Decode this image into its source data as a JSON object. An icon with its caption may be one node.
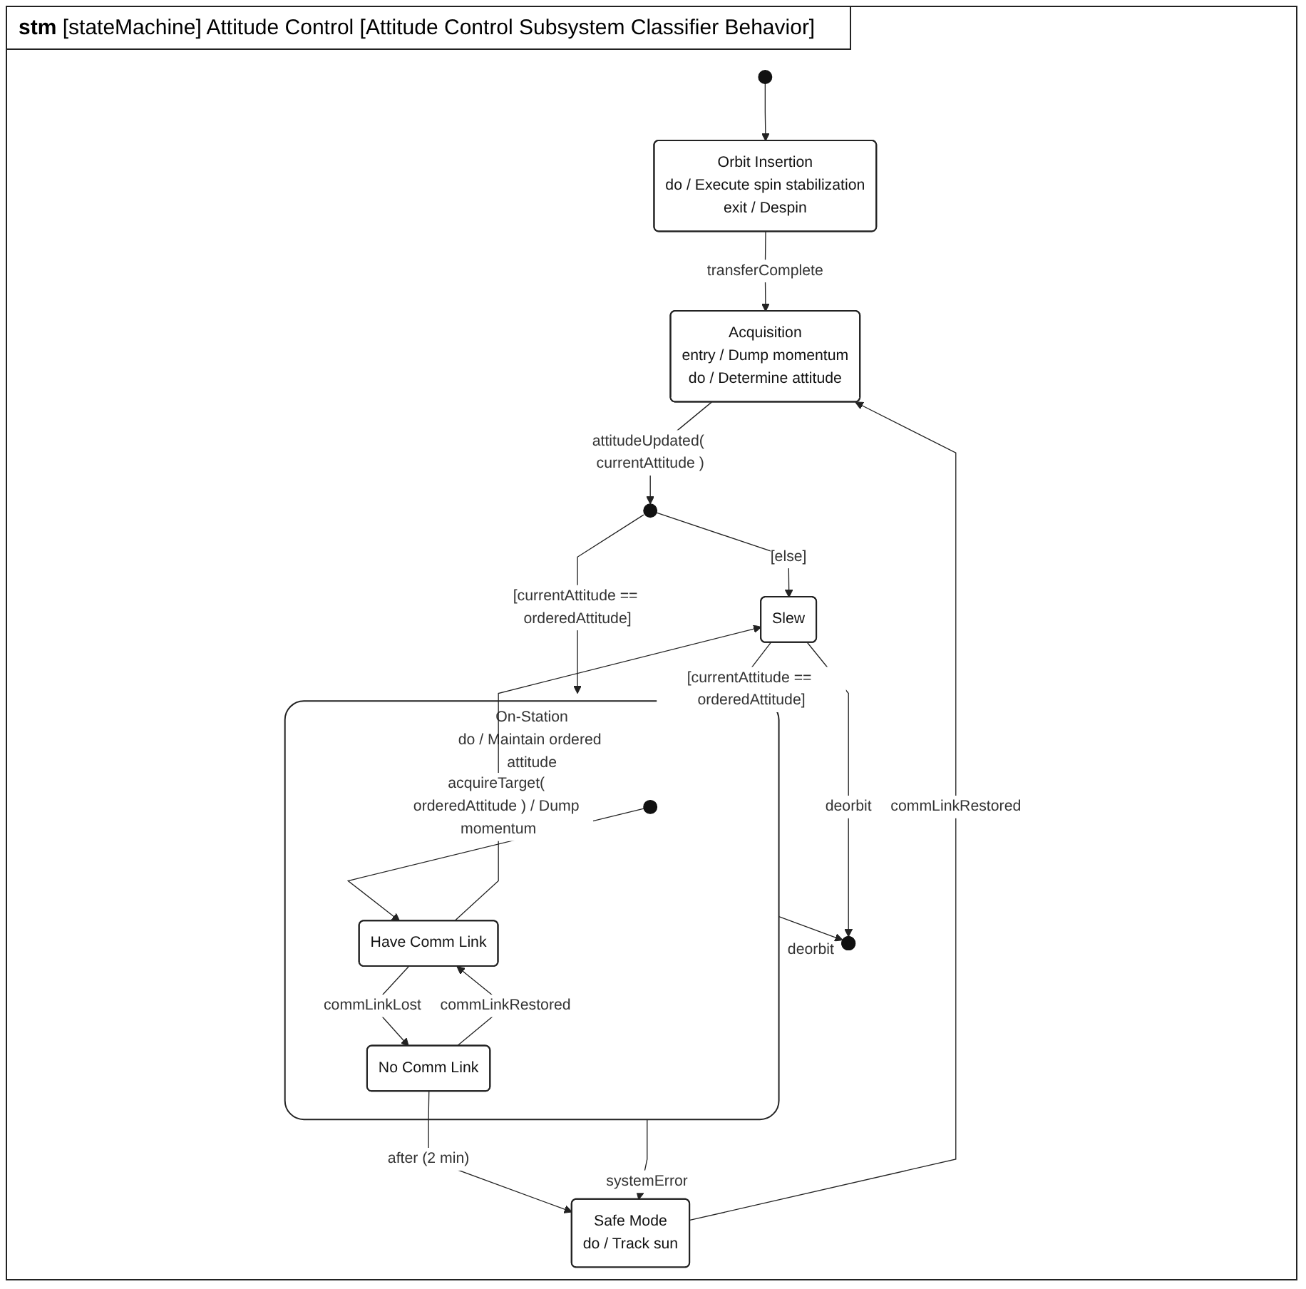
{
  "diagram": {
    "title": "**stm** [stateMachine] Attitude Control [Attitude Control Subsystem Classifier Behavior]",
    "nodes": [
      {
        "text": [
          "Orbit Insertion",
          "do / Execute spin stabilization",
          "exit / Despin"
        ]
      },
      {
        "text": [],
        "shape": "circle"
      },
      {
        "text": [
          "Safe Mode",
          "do / Track sun"
        ]
      },
      {
        "text": [
          "Acquisition",
          "entry / Dump momentum",
          "do / Determine attitude"
        ]
      },
      {
        "text": [],
        "shape": "circle"
      },
      {
        "text": [
          "Slew"
        ]
      },
      {
        "text": [
          "On-Station",
          "do / Maintain ordered attitude"
        ]
      },
      {
        "text": [
          "No Comm Link"
        ],
        "in": 6
      },
      {
        "text": [],
        "shape": "circle",
        "in": 6
      },
      {
        "text": [
          "Have Comm Link"
        ],
        "in": 6
      },
      {
        "text": [],
        "shape": "circle"
      }
    ],
    "edges": [
      {
        "from": 1,
        "to": 0,
        "arrow": "to"
      },
      {
        "from": 0,
        "to": 3,
        "label": "transferComplete",
        "arrow": "to"
      },
      {
        "from": 2,
        "to": 3,
        "label": "commLinkRestored",
        "arrow": "to"
      },
      {
        "from": 3,
        "to": 4,
        "label": "attitudeUpdated( currentAttitude )",
        "arrow": "to"
      },
      {
        "from": 4,
        "to": 6,
        "label": "[currentAttitude == orderedAttitude]",
        "arrow": "to"
      },
      {
        "from": 4,
        "to": 5,
        "label": "[else]",
        "arrow": "to"
      },
      {
        "from": 5,
        "to": 6,
        "label": "[currentAttitude == orderedAttitude]",
        "arrow": "to"
      },
      {
        "from": 6,
        "to": 2,
        "label": "systemError",
        "arrow": "to"
      },
      {
        "from": 7,
        "to": 2,
        "label": "after (2 min)",
        "arrow": "to"
      },
      {
        "from": 7,
        "to": 9,
        "label": "commLinkRestored",
        "arrow": "to"
      },
      {
        "from": 9,
        "to": 7,
        "label": "commLinkLost",
        "arrow": "to"
      },
      {
        "from": 8,
        "to": 9,
        "arrow": "to"
      },
      {
        "from": 9,
        "to": 5,
        "label": "acquireTarget( orderedAttitude ) / Dump momentum",
        "arrow": "to"
      },
      {
        "from": 5,
        "to": 10,
        "label": "deorbit",
        "arrow": "to"
      },
      {
        "from": 6,
        "to": 10,
        "label": "deorbit",
        "arrow": "to"
      }
    ]
  }
}
